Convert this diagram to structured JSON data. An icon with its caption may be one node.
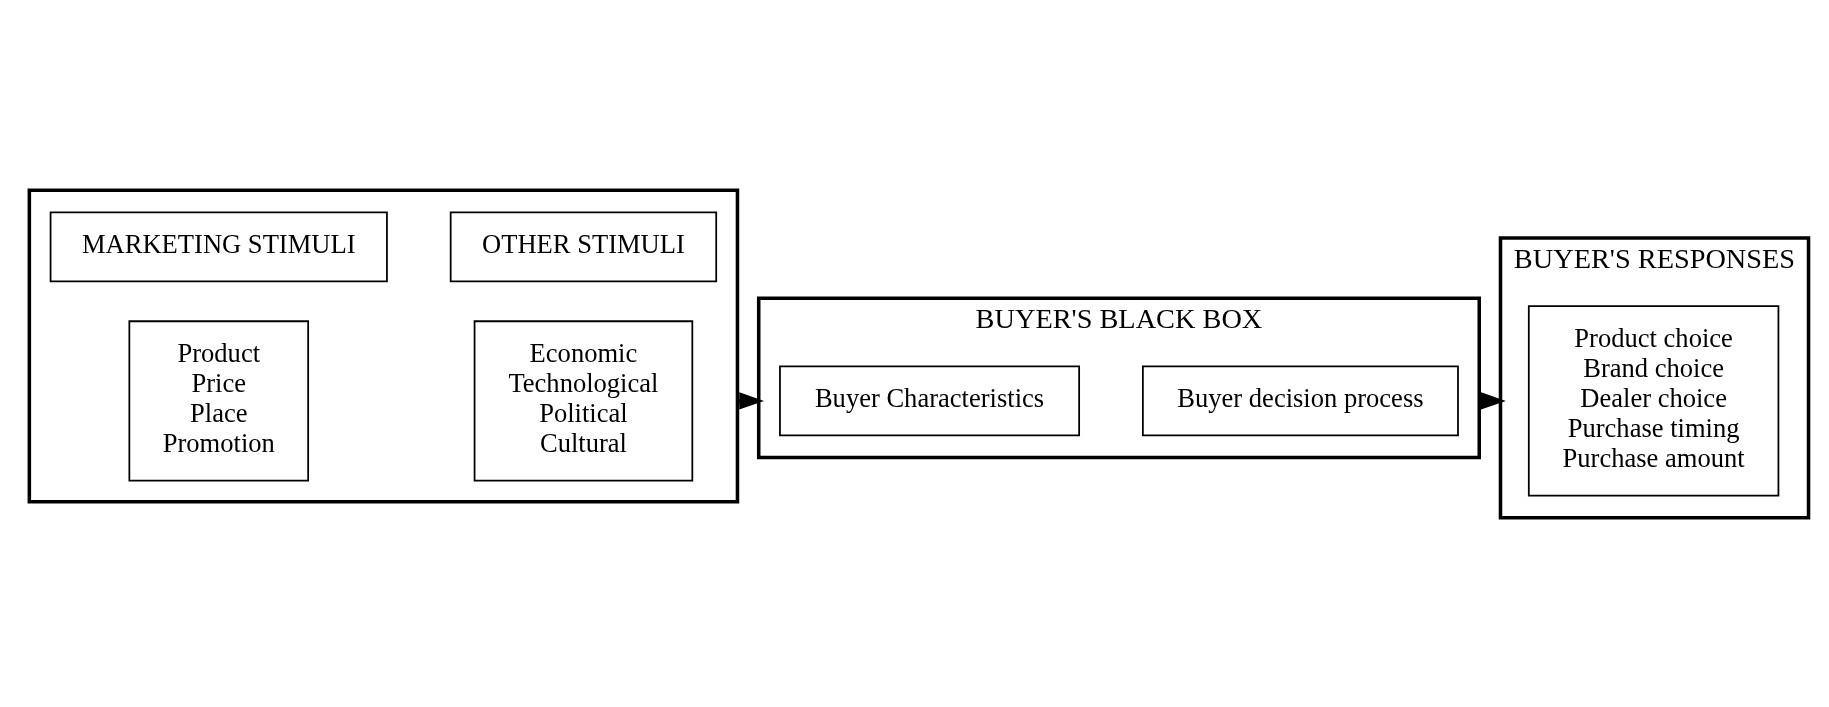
{
  "diagram": {
    "nodes": [
      {
        "text": [],
        "shape": "box"
      },
      {
        "text": [
          "MARKETING STIMULI"
        ],
        "in": 0
      },
      {
        "text": [
          "OTHER STIMULI"
        ],
        "in": 0
      },
      {
        "text": [
          "Product",
          "Price",
          "Place",
          "Promotion"
        ],
        "in": 0
      },
      {
        "text": [
          "Economic",
          "Technological",
          "Political",
          "Cultural"
        ],
        "in": 0
      },
      {
        "text": [
          "BUYER'S BLACK BOX"
        ]
      },
      {
        "text": [
          "Buyer Characteristics"
        ],
        "in": 5
      },
      {
        "text": [
          "Buyer decision process"
        ],
        "in": 5
      },
      {
        "text": [
          "BUYER'S RESPONSES"
        ]
      },
      {
        "text": [
          "Product choice",
          "Brand choice",
          "Dealer choice",
          "Purchase timing",
          "Purchase amount"
        ],
        "in": 8
      }
    ],
    "edges": [
      {
        "from": 0,
        "to": 5,
        "arrow": "to"
      },
      {
        "from": 5,
        "to": 8,
        "arrow": "to"
      }
    ]
  }
}
